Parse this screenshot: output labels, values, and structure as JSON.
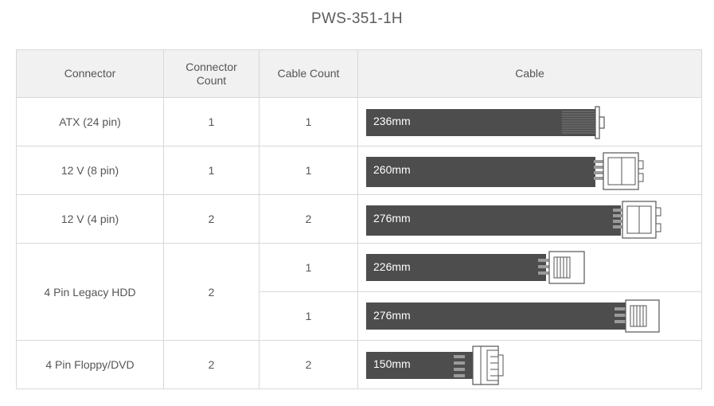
{
  "title": "PWS-351-1H",
  "headers": {
    "connector": "Connector",
    "connector_count": "Connector Count",
    "cable_count": "Cable Count",
    "cable": "Cable"
  },
  "rows": [
    {
      "connector": "ATX (24 pin)",
      "connector_count": "1",
      "cable_count": "1",
      "length": "236mm",
      "connector_icon": "atx-24pin-icon"
    },
    {
      "connector": "12 V (8 pin)",
      "connector_count": "1",
      "cable_count": "1",
      "length": "260mm",
      "connector_icon": "eps-8pin-icon"
    },
    {
      "connector": "12 V (4 pin)",
      "connector_count": "2",
      "cable_count": "2",
      "length": "276mm",
      "connector_icon": "atx-4pin-icon"
    },
    {
      "connector": "4 Pin Legacy HDD",
      "connector_count": "2",
      "cable_count": "1",
      "length": "226mm",
      "connector_icon": "molex-icon"
    },
    {
      "cable_count": "1",
      "length": "276mm",
      "connector_icon": "molex-icon"
    },
    {
      "connector": "4 Pin Floppy/DVD",
      "connector_count": "2",
      "cable_count": "2",
      "length": "150mm",
      "connector_icon": "floppy-icon"
    }
  ],
  "colors": {
    "cable": "#4d4d4d",
    "header_bg": "#f1f1f1",
    "border": "#d8d8d8",
    "connector_stroke": "#555555"
  }
}
